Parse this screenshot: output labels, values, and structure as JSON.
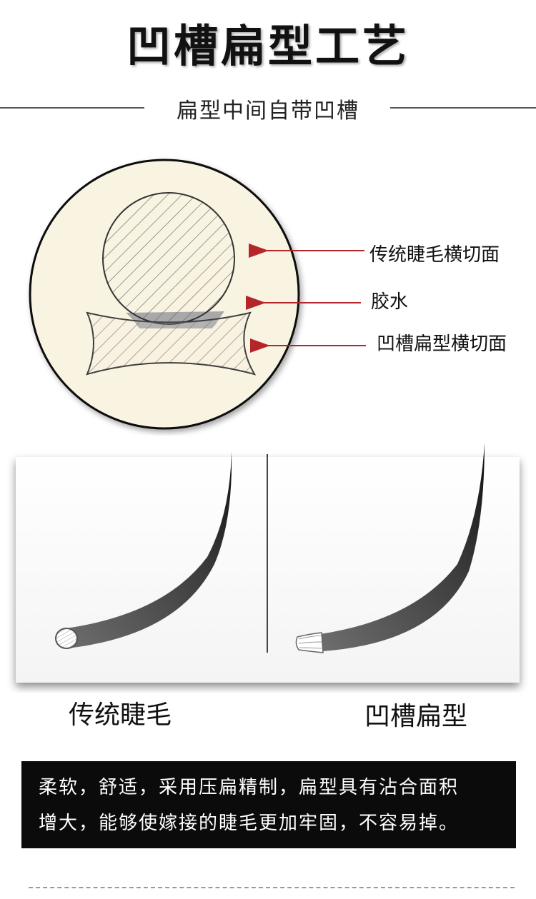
{
  "header": {
    "title": "凹槽扁型工艺",
    "subtitle": "扁型中间自带凹槽"
  },
  "diagram": {
    "labels": {
      "traditional_section": "传统睫毛横切面",
      "glue": "胶水",
      "groove_section": "凹槽扁型横切面"
    },
    "colors": {
      "background_circle": "#f9f3e1",
      "arrow": "#b5262a",
      "glue": "#a8a8a8",
      "hatch": "#6a6a6a"
    }
  },
  "comparison": {
    "left_caption": "传统睫毛",
    "right_caption": "凹槽扁型"
  },
  "description": {
    "line1": "柔软，舒适，采用压扁精制，扁型具有沾合面积",
    "line2": "增大，能够使嫁接的睫毛更加牢固，不容易掉。"
  }
}
